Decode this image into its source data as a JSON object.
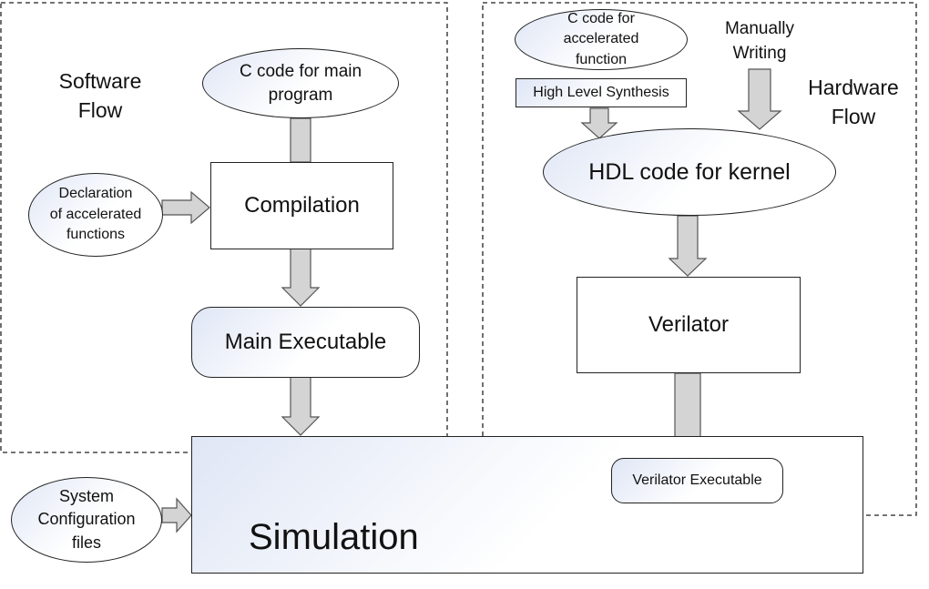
{
  "regions": {
    "software_flow": "Software\nFlow",
    "hardware_flow": "Hardware\nFlow"
  },
  "nodes": {
    "c_main": "C code for main\nprogram",
    "declaration": "Declaration\nof accelerated\nfunctions",
    "compilation": "Compilation",
    "main_exec": "Main Executable",
    "c_accel": "C code for\naccelerated\nfunction",
    "hls": "High Level Synthesis",
    "manual": "Manually\nWriting",
    "hdl": "HDL code for kernel",
    "verilator": "Verilator",
    "verilator_exec": "Verilator Executable",
    "sys_config": "System\nConfiguration\nfiles",
    "simulation": "Simulation"
  },
  "colors": {
    "arrow_fill": "#d4d4d4",
    "arrow_stroke": "#555555",
    "gradient_start": "#dfe6f5"
  }
}
